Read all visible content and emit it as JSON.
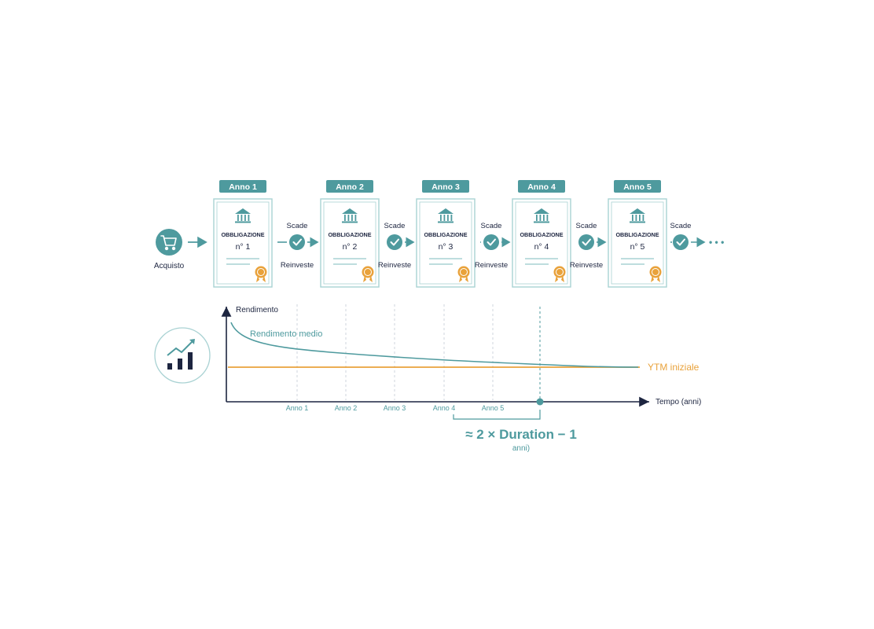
{
  "colors": {
    "teal": "#4e9a9e",
    "teal_light": "#a9d2d3",
    "navy": "#1d2540",
    "orange": "#e9a23b",
    "white": "#ffffff"
  },
  "start": {
    "label": "Acquisto",
    "icon": "cart-icon"
  },
  "bonds": [
    {
      "year": "Anno 1",
      "title": "OBBLIGAZIONE",
      "number": "n° 1"
    },
    {
      "year": "Anno 2",
      "title": "OBBLIGAZIONE",
      "number": "n° 2"
    },
    {
      "year": "Anno 3",
      "title": "OBBLIGAZIONE",
      "number": "n° 3"
    },
    {
      "year": "Anno 4",
      "title": "OBBLIGAZIONE",
      "number": "n° 4"
    },
    {
      "year": "Anno 5",
      "title": "OBBLIGAZIONE",
      "number": "n° 5"
    }
  ],
  "steps": [
    {
      "top": "Scade",
      "bottom": "Reinveste"
    },
    {
      "top": "Scade",
      "bottom": "Reinveste"
    },
    {
      "top": "Scade",
      "bottom": "Reinveste"
    },
    {
      "top": "Scade",
      "bottom": "Reinveste"
    },
    {
      "top": "Scade",
      "bottom": ""
    }
  ],
  "continuation": "• • •",
  "chart_data": {
    "type": "line",
    "ylabel": "Rendimento",
    "xlabel": "Tempo (anni)",
    "x_ticks": [
      "Anno 1",
      "Anno 2",
      "Anno 3",
      "Anno 4",
      "Anno 5"
    ],
    "series": [
      {
        "name": "Rendimento medio",
        "shape": "decreasing curve converging to YTM"
      },
      {
        "name": "YTM iniziale",
        "shape": "horizontal constant line"
      }
    ],
    "grid": "dashed vertical at each year",
    "marker_label": "≈ 2 × Duration − 1",
    "marker_sublabel": "anni)"
  }
}
